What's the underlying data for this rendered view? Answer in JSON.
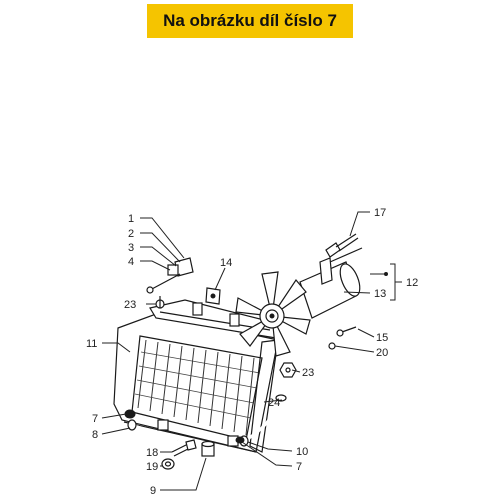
{
  "banner": {
    "text": "Na obrázku díl číslo 7"
  },
  "callouts": {
    "n1": "1",
    "n2": "2",
    "n3": "3",
    "n4": "4",
    "n7a": "7",
    "n7b": "7",
    "n8": "8",
    "n9": "9",
    "n10": "10",
    "n11": "11",
    "n12": "12",
    "n13": "13",
    "n14": "14",
    "n15": "15",
    "n17": "17",
    "n18": "18",
    "n19": "19",
    "n20": "20",
    "n23a": "23",
    "n23b": "23",
    "n24": "24"
  }
}
